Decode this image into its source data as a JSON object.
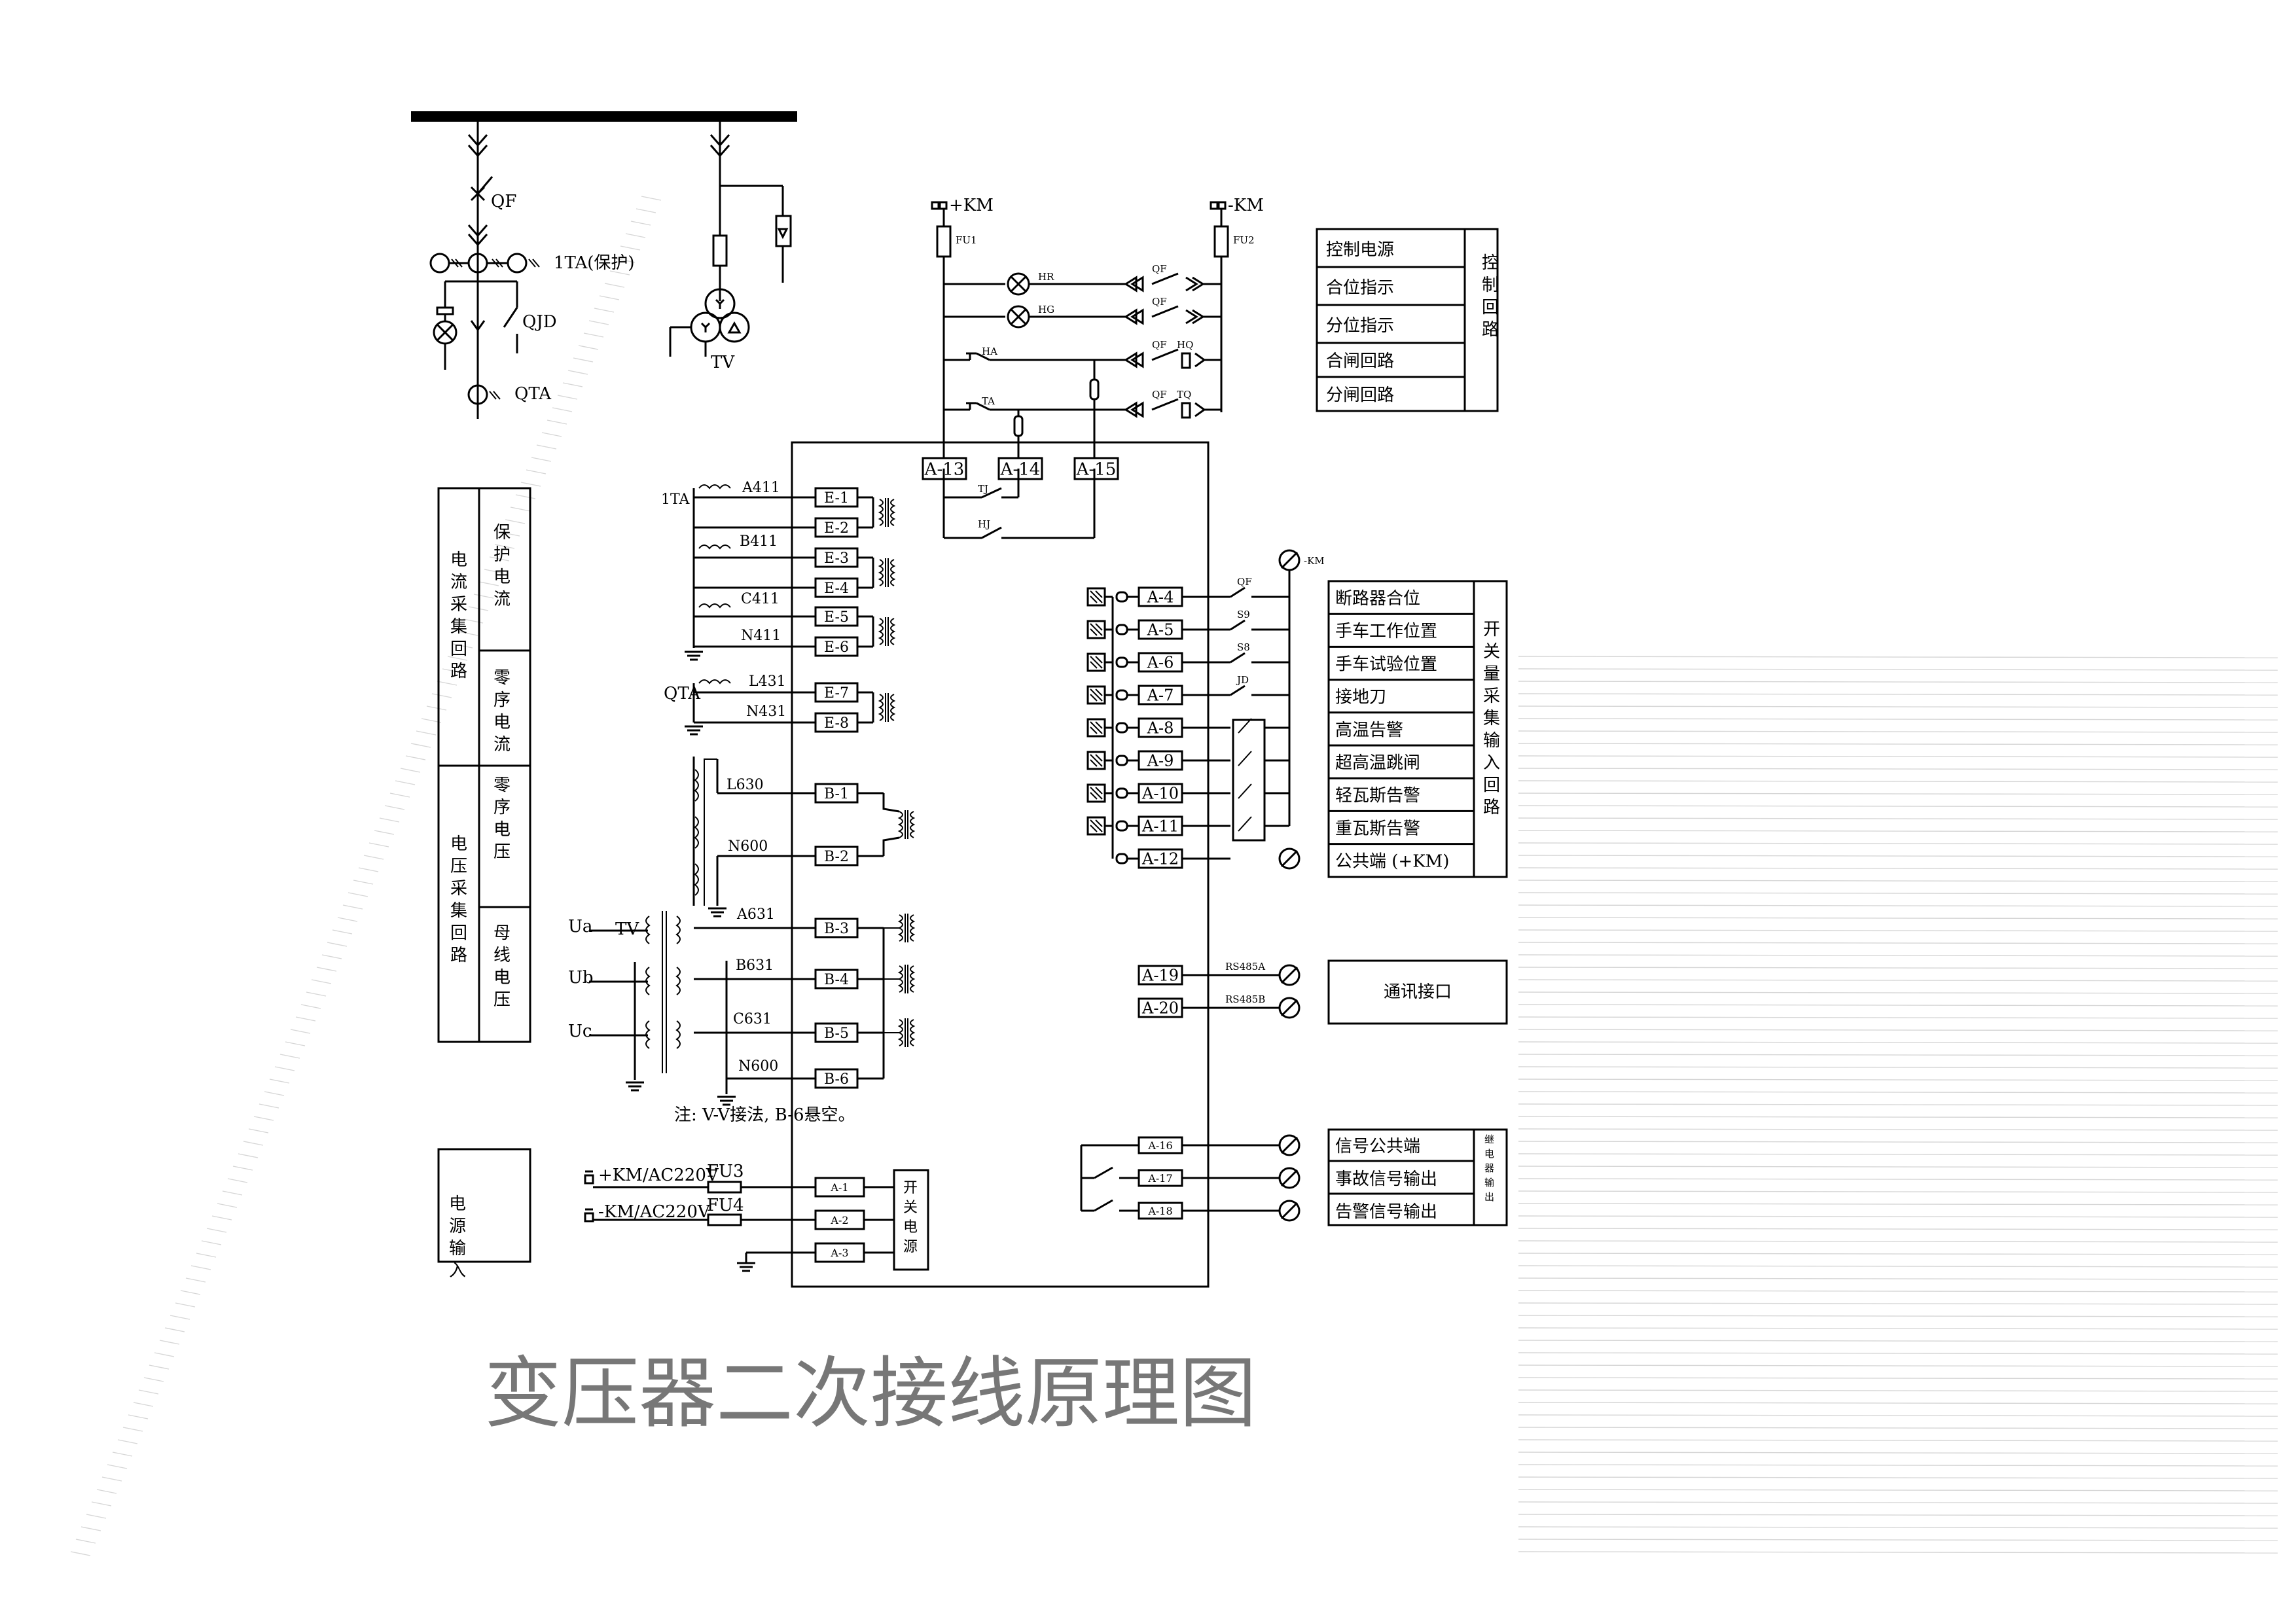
{
  "title": "变压器二次接线原理图",
  "single_line": {
    "breaker": "QF",
    "ct_prot": "1TA(保护)",
    "earth_switch": "QJD",
    "ct_zero": "QTA",
    "vt": "TV"
  },
  "control": {
    "plus_km": "+KM",
    "minus_km": "-KM",
    "fu1": "FU1",
    "fu2": "FU2",
    "hr": "HR",
    "hg": "HG",
    "ha": "HA",
    "ta": "TA",
    "qf": "QF",
    "hq": "HQ",
    "tq": "TQ",
    "tj": "TJ",
    "hj": "HJ",
    "terminals": [
      "A-13",
      "A-14",
      "A-15"
    ],
    "table": [
      "控制电源",
      "合位指示",
      "分位指示",
      "合闸回路",
      "分闸回路"
    ],
    "table_title": "控制回路"
  },
  "current": {
    "ta_label": "1TA",
    "qta_label": "QTA",
    "wires": [
      "A411",
      "B411",
      "C411",
      "N411",
      "L431",
      "N431"
    ],
    "terminals": [
      "E-1",
      "E-2",
      "E-3",
      "E-4",
      "E-5",
      "E-6",
      "E-7",
      "E-8"
    ]
  },
  "voltage": {
    "wires": [
      "L630",
      "N600",
      "A631",
      "B631",
      "C631",
      "N600"
    ],
    "terminals": [
      "B-1",
      "B-2",
      "B-3",
      "B-4",
      "B-5",
      "B-6"
    ],
    "phases": [
      "Ua",
      "Ub",
      "Uc"
    ],
    "tv": "TV",
    "note": "注: V-V接法, B-6悬空。"
  },
  "left_table": {
    "current_group": "电流采集回路",
    "protect_current": "保护电流",
    "zero_current": "零序电流",
    "voltage_group": "电压采集回路",
    "zero_voltage": "零序电压",
    "bus_voltage": "母线电压"
  },
  "power": {
    "plus": "+KM/AC220V",
    "minus": "-KM/AC220V",
    "fu3": "FU3",
    "fu4": "FU4",
    "terminals": [
      "A-1",
      "A-2",
      "A-3"
    ],
    "module": "开关电源",
    "box": "电源输入"
  },
  "switch_inputs": {
    "terminals": [
      "A-4",
      "A-5",
      "A-6",
      "A-7",
      "A-8",
      "A-9",
      "A-10",
      "A-11",
      "A-12"
    ],
    "labels": [
      "断路器合位",
      "手车工作位置",
      "手车试验位置",
      "接地刀",
      "高温告警",
      "超高温跳闸",
      "轻瓦斯告警",
      "重瓦斯告警",
      "公共端 (+KM)"
    ],
    "contacts": [
      "QF",
      "S9",
      "S8",
      "JD"
    ],
    "minus_km": "-KM",
    "title": "开关量采集输入回路"
  },
  "comm": {
    "terminals": [
      "A-19",
      "A-20"
    ],
    "lines": [
      "RS485A",
      "RS485B"
    ],
    "label": "通讯接口"
  },
  "relay": {
    "terminals": [
      "A-16",
      "A-17",
      "A-18"
    ],
    "labels": [
      "信号公共端",
      "事故信号输出",
      "告警信号输出"
    ],
    "title": "继电器输出"
  }
}
